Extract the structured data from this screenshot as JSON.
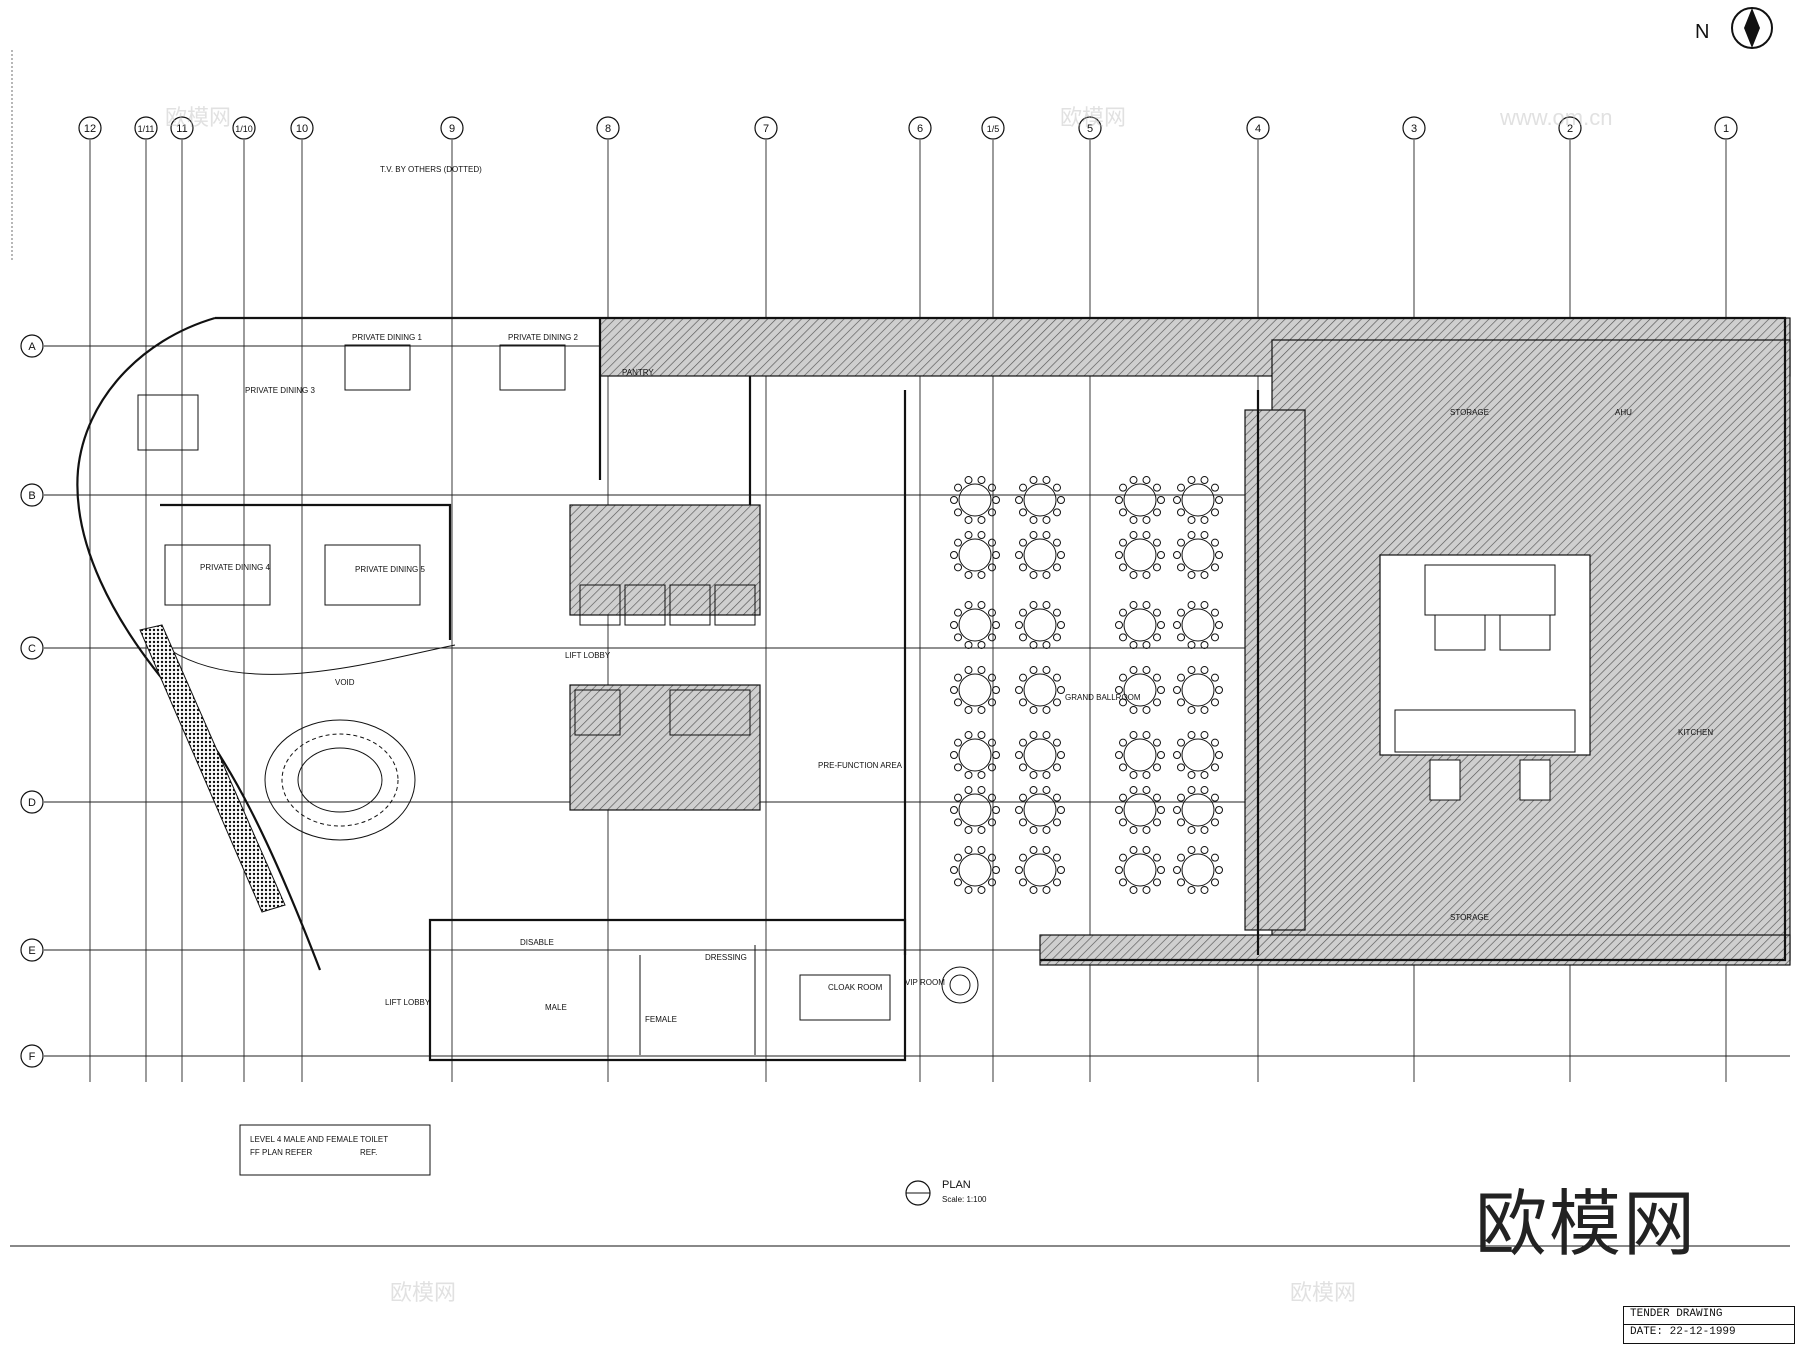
{
  "north_arrow": {
    "letter": "N"
  },
  "grid_columns": [
    "12",
    "1/11",
    "11",
    "1/10",
    "10",
    "9",
    "8",
    "7",
    "6",
    "1/5",
    "5",
    "4",
    "3",
    "2",
    "1"
  ],
  "grid_rows": [
    "A",
    "B",
    "C",
    "D",
    "E",
    "F"
  ],
  "rooms": {
    "private_dining_3": "PRIVATE DINING 3",
    "private_dining_4": "PRIVATE DINING 4",
    "private_dining_5": "PRIVATE DINING 5",
    "private_dining_1": "PRIVATE DINING 1",
    "private_dining_2": "PRIVATE DINING 2",
    "void": "VOID",
    "lift_lobby_upper": "LIFT LOBBY",
    "lift_lobby_lower": "LIFT LOBBY",
    "pantry": "PANTRY",
    "prefunction": "PRE-FUNCTION AREA",
    "grand_ballroom": "GRAND BALLROOM",
    "storage_1": "STORAGE",
    "storage_2": "STORAGE",
    "ahu": "AHU",
    "kitchen": "KITCHEN",
    "male": "MALE",
    "female": "FEMALE",
    "dressing": "DRESSING",
    "cloak_room": "CLOAK ROOM",
    "vip_room": "VIP ROOM",
    "disable": "DISABLE"
  },
  "notes": {
    "tv_by_others": "T.V. BY OTHERS (DOTTED)",
    "toilet_note_line1": "LEVEL 4 MALE AND FEMALE TOILET",
    "toilet_note_line2": "FF PLAN REFER",
    "toilet_note_ref": "REF."
  },
  "plan_title": {
    "title": "PLAN",
    "scale": "Scale: 1:100"
  },
  "title_block": {
    "status": "TENDER DRAWING",
    "date": "DATE: 22-12-1999"
  },
  "watermarks": {
    "brand_cn": "欧模网",
    "site": "www.om.cn"
  }
}
